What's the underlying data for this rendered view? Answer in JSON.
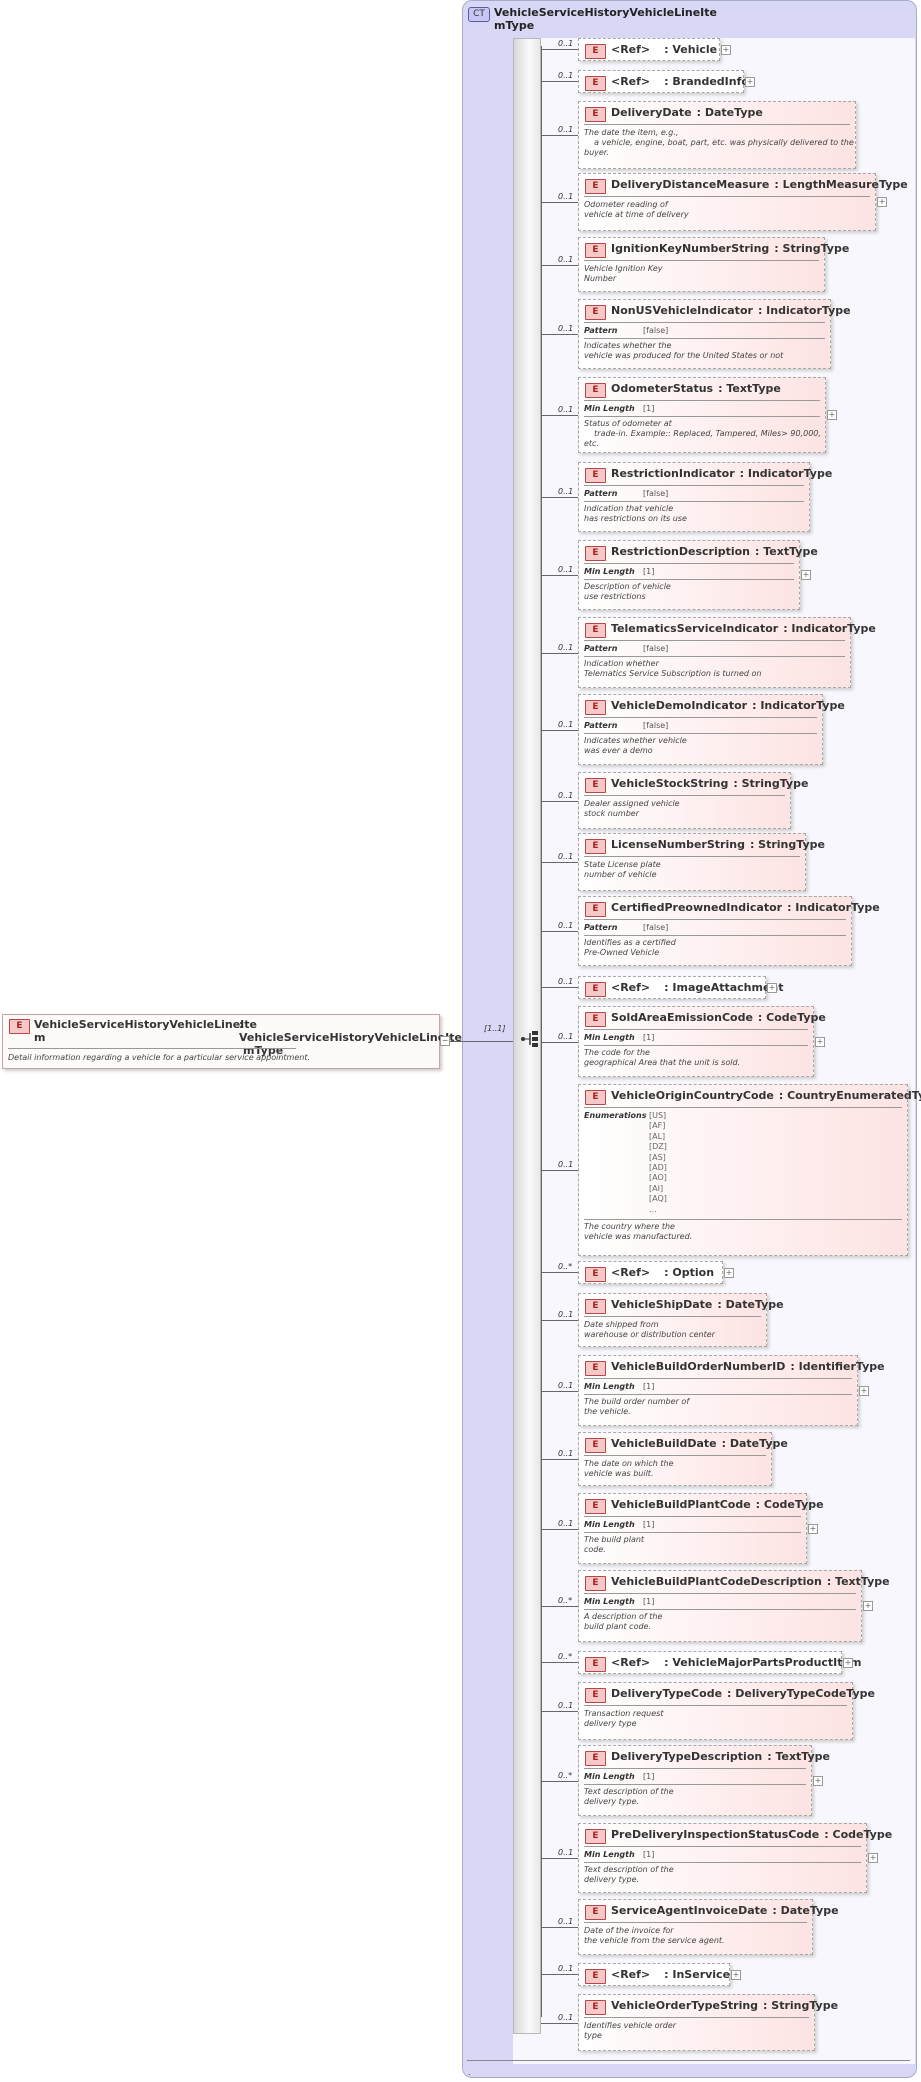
{
  "complex_type": {
    "badge": "CT",
    "title_line1": "VehicleServiceHistoryVehicleLineIte",
    "title_line2": "mType"
  },
  "root_element": {
    "badge": "E",
    "name_line1": "VehicleServiceHistoryVehicleLineIte",
    "name_line2": "m",
    "type_line1": ": VehicleServiceHistoryVehicleLineIte",
    "type_line2": "mType",
    "description": "Detail information regarding a vehicle for a particular service appointment.",
    "multiplicity": "[1..1]"
  },
  "footer_mark": ".",
  "children": [
    {
      "occ": "0..1",
      "ref": true,
      "ref_label": "<Ref>",
      "name": ": Vehicle",
      "plus": true
    },
    {
      "occ": "0..1",
      "ref": true,
      "ref_label": "<Ref>",
      "name": ": BrandedInfo",
      "plus": true
    },
    {
      "occ": "0..1",
      "name": "DeliveryDate",
      "type": ": DateType",
      "desc": [
        "The date the item, e.g.,",
        "    a vehicle, engine, boat, part, etc. was physically delivered to the",
        "buyer."
      ]
    },
    {
      "occ": "0..1",
      "name": "DeliveryDistanceMeasure",
      "type": ": LengthMeasureType",
      "plus": true,
      "desc": [
        "Odometer reading of",
        "vehicle at time of delivery"
      ]
    },
    {
      "occ": "0..1",
      "name": "IgnitionKeyNumberString",
      "type": ": StringType",
      "desc": [
        "Vehicle Ignition Key",
        "Number"
      ]
    },
    {
      "occ": "0..1",
      "name": "NonUSVehicleIndicator",
      "type": ": IndicatorType",
      "facet": "Pattern",
      "facet_value": "[false]",
      "desc": [
        "Indicates whether the",
        "vehicle was produced for the United States or not"
      ]
    },
    {
      "occ": "0..1",
      "name": "OdometerStatus",
      "type": ": TextType",
      "plus": true,
      "facet": "Min Length",
      "facet_value": "[1]",
      "desc": [
        "Status of odometer at",
        "    trade-in. Example:: Replaced, Tampered, Miles> 90,000,",
        "etc."
      ]
    },
    {
      "occ": "0..1",
      "name": "RestrictionIndicator",
      "type": ": IndicatorType",
      "facet": "Pattern",
      "facet_value": "[false]",
      "desc": [
        "Indication that vehicle",
        "has restrictions on its use"
      ]
    },
    {
      "occ": "0..1",
      "name": "RestrictionDescription",
      "type": ": TextType",
      "plus": true,
      "facet": "Min Length",
      "facet_value": "[1]",
      "desc": [
        "Description of vehicle",
        "use restrictions"
      ]
    },
    {
      "occ": "0..1",
      "name": "TelematicsServiceIndicator",
      "type": ": IndicatorType",
      "facet": "Pattern",
      "facet_value": "[false]",
      "desc": [
        "Indication whether",
        "Telematics Service Subscription is turned on"
      ]
    },
    {
      "occ": "0..1",
      "name": "VehicleDemoIndicator",
      "type": ": IndicatorType",
      "facet": "Pattern",
      "facet_value": "[false]",
      "desc": [
        "Indicates whether vehicle",
        "was ever a demo"
      ]
    },
    {
      "occ": "0..1",
      "name": "VehicleStockString",
      "type": ": StringType",
      "desc": [
        "Dealer assigned vehicle",
        "stock number"
      ]
    },
    {
      "occ": "0..1",
      "name": "LicenseNumberString",
      "type": ": StringType",
      "desc": [
        "State License plate",
        "number of vehicle"
      ]
    },
    {
      "occ": "0..1",
      "name": "CertifiedPreownedIndicator",
      "type": ": IndicatorType",
      "facet": "Pattern",
      "facet_value": "[false]",
      "desc": [
        "Identifies as a certified",
        "Pre-Owned Vehicle"
      ]
    },
    {
      "occ": "0..1",
      "ref": true,
      "ref_label": "<Ref>",
      "name": ": ImageAttachment",
      "plus": true
    },
    {
      "occ": "0..1",
      "name": "SoldAreaEmissionCode",
      "type": ": CodeType",
      "plus": true,
      "facet": "Min Length",
      "facet_value": "[1]",
      "desc": [
        "The code for the",
        "geographical Area that the unit is sold."
      ]
    },
    {
      "occ": "0..1",
      "name": "VehicleOriginCountryCode",
      "type": ": CountryEnumeratedType",
      "facet": "Enumerations",
      "enums": [
        "[US]",
        "[AF]",
        "[AL]",
        "[DZ]",
        "[AS]",
        "[AD]",
        "[AO]",
        "[AI]",
        "[AQ]",
        "..."
      ],
      "desc": [
        "The country where the",
        "vehicle was manufactured."
      ]
    },
    {
      "occ": "0..*",
      "ref": true,
      "ref_label": "<Ref>",
      "name": ": Option",
      "plus": true
    },
    {
      "occ": "0..1",
      "name": "VehicleShipDate",
      "type": ": DateType",
      "desc": [
        "Date shipped from",
        "warehouse or distribution center"
      ]
    },
    {
      "occ": "0..1",
      "name": "VehicleBuildOrderNumberID",
      "type": ": IdentifierType",
      "plus": true,
      "facet": "Min Length",
      "facet_value": "[1]",
      "desc": [
        "The build order number of",
        "the vehicle."
      ]
    },
    {
      "occ": "0..1",
      "name": "VehicleBuildDate",
      "type": ": DateType",
      "desc": [
        "The date on which the",
        "vehicle was built."
      ]
    },
    {
      "occ": "0..1",
      "name": "VehicleBuildPlantCode",
      "type": ": CodeType",
      "plus": true,
      "facet": "Min Length",
      "facet_value": "[1]",
      "desc": [
        "The build plant",
        "code."
      ]
    },
    {
      "occ": "0..*",
      "name": "VehicleBuildPlantCodeDescription",
      "type": ": TextType",
      "plus": true,
      "facet": "Min Length",
      "facet_value": "[1]",
      "desc": [
        "A description of the",
        "build plant code."
      ]
    },
    {
      "occ": "0..*",
      "ref": true,
      "ref_label": "<Ref>",
      "name": ": VehicleMajorPartsProductItem",
      "plus": true
    },
    {
      "occ": "0..1",
      "name": "DeliveryTypeCode",
      "type": ": DeliveryTypeCodeType",
      "desc": [
        "Transaction request",
        "delivery type"
      ]
    },
    {
      "occ": "0..*",
      "name": "DeliveryTypeDescription",
      "type": ": TextType",
      "plus": true,
      "facet": "Min Length",
      "facet_value": "[1]",
      "desc": [
        "Text description of the",
        "delivery type."
      ]
    },
    {
      "occ": "0..1",
      "name": "PreDeliveryInspectionStatusCode",
      "type": ": CodeType",
      "plus": true,
      "facet": "Min Length",
      "facet_value": "[1]",
      "desc": [
        "Text description of the",
        "delivery type."
      ]
    },
    {
      "occ": "0..1",
      "name": "ServiceAgentInvoiceDate",
      "type": ": DateType",
      "desc": [
        "Date of the invoice for",
        "the vehicle from the service agent."
      ]
    },
    {
      "occ": "0..1",
      "ref": true,
      "ref_label": "<Ref>",
      "name": ": InService",
      "plus": true
    },
    {
      "occ": "0..1",
      "name": "VehicleOrderTypeString",
      "type": ": StringType",
      "desc": [
        "Identifies vehicle order",
        "type"
      ]
    }
  ]
}
